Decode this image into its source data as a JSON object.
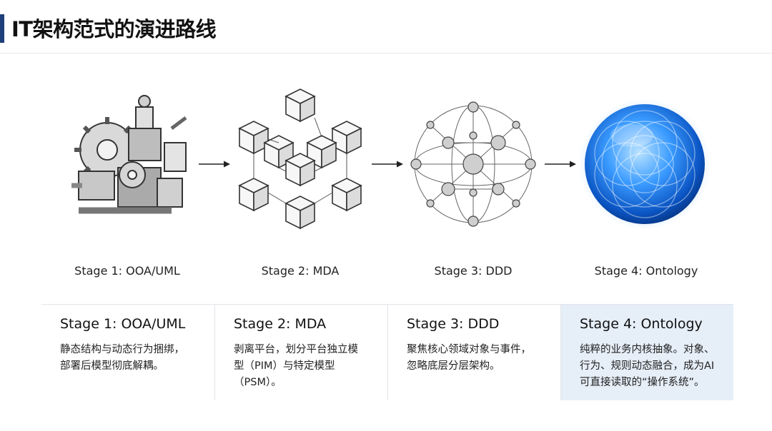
{
  "page": {
    "title": "IT架构范式的演进路线"
  },
  "stages": [
    {
      "caption": "Stage 1: OOA/UML",
      "illustration": "gears-pipes-machinery-icon"
    },
    {
      "caption": "Stage 2: MDA",
      "illustration": "cube-lattice-icon"
    },
    {
      "caption": "Stage 3: DDD",
      "illustration": "node-network-sphere-icon"
    },
    {
      "caption": "Stage 4: Ontology",
      "illustration": "glowing-blue-sphere-icon"
    }
  ],
  "cards": [
    {
      "title": "Stage 1: OOA/UML",
      "line1": "静态结构与动态行为捆绑，",
      "line2": "部署后模型彻底解耦。",
      "line3": ""
    },
    {
      "title": "Stage 2: MDA",
      "line1": "剥离平台，划分平台独立模",
      "line2": "型（PIM）与特定模型",
      "line3": "（PSM）。"
    },
    {
      "title": "Stage 3: DDD",
      "line1": "聚焦核心领域对象与事件，",
      "line2": "忽略底层分层架构。",
      "line3": ""
    },
    {
      "title": "Stage 4: Ontology",
      "line1": "纯粹的业务内核抽象。对象、",
      "line2": "行为、规则动态融合，成为AI",
      "line3": "可直接读取的“操作系统”。"
    }
  ],
  "colors": {
    "accent": "#1f3f7a",
    "highlight_card": "#e6eef8",
    "sphere_blue": "#1a6fd6"
  }
}
